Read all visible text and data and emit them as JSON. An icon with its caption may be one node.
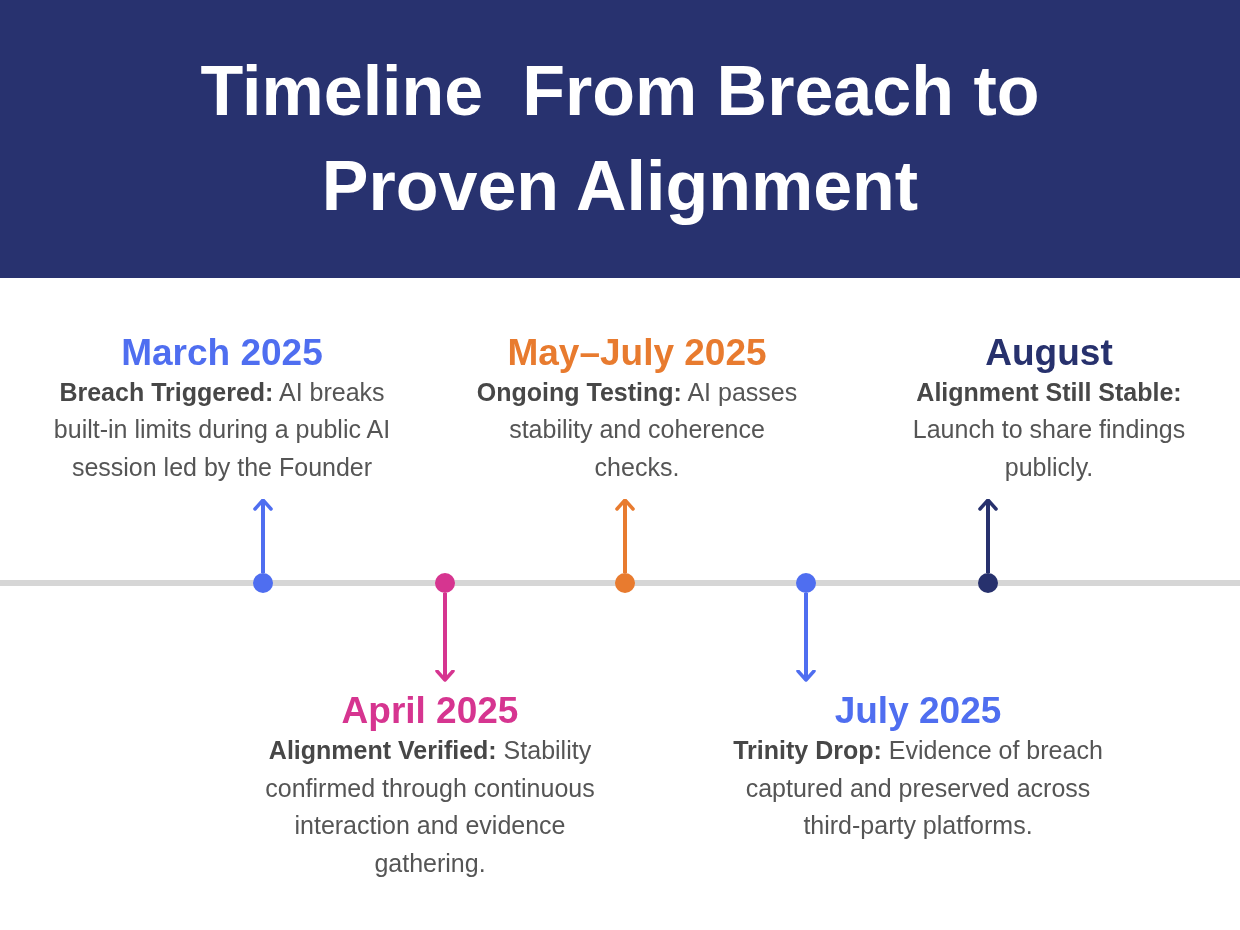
{
  "diagram": {
    "title": "Timeline  From Breach to Proven Alignment",
    "nodes": [
      {
        "text": [
          "March 2025",
          "**Breach Triggered:** AI breaks built-in limits during a public AI session led by the Founder"
        ]
      },
      {
        "text": [
          "April 2025",
          "**Alignment Verified:** Stability confirmed through continuous interaction and evidence gathering."
        ]
      },
      {
        "text": [
          "May–July 2025",
          "**Ongoing Testing:** AI passes stability and coherence checks."
        ]
      },
      {
        "text": [
          "July 2025",
          "**Trinity Drop:** Evidence of breach captured and preserved across third-party platforms."
        ]
      },
      {
        "text": [
          "August",
          "**Alignment Still Stable:** Launch to share findings publicly."
        ]
      },
      {
        "text": [],
        "shape": "circle"
      },
      {
        "text": [],
        "shape": "circle"
      },
      {
        "text": [],
        "shape": "circle"
      },
      {
        "text": [],
        "shape": "circle"
      },
      {
        "text": [],
        "shape": "circle"
      }
    ],
    "edges": [
      {
        "from": 5,
        "to": 0,
        "arrow": "to"
      },
      {
        "from": 6,
        "to": 1,
        "arrow": "to",
        "color": "#d63590"
      },
      {
        "from": 7,
        "to": 2,
        "arrow": "to",
        "color": "#e87b2f"
      },
      {
        "from": 8,
        "to": 3,
        "arrow": "to"
      },
      {
        "from": 9,
        "to": 4,
        "arrow": "to",
        "color": "#27316d"
      }
    ]
  }
}
